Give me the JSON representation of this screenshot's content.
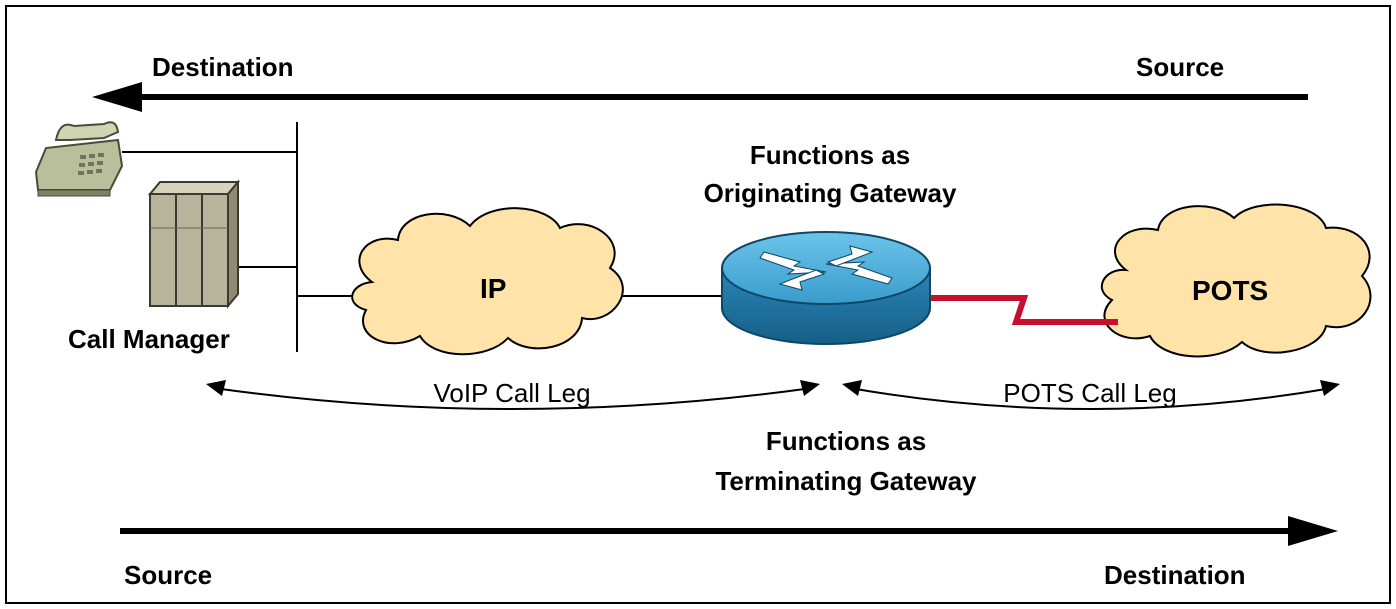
{
  "top_flow": {
    "left_label": "Destination",
    "right_label": "Source"
  },
  "bottom_flow": {
    "left_label": "Source",
    "right_label": "Destination"
  },
  "originating": {
    "line1": "Functions as",
    "line2": "Originating Gateway"
  },
  "terminating": {
    "line1": "Functions as",
    "line2": "Terminating Gateway"
  },
  "call_manager_label": "Call Manager",
  "ip_cloud_label": "IP",
  "pots_cloud_label": "POTS",
  "voip_leg_label": "VoIP Call Leg",
  "pots_leg_label": "POTS Call Leg",
  "icons": [
    "telephone-icon",
    "server-icon",
    "router-icon",
    "ip-cloud-icon",
    "pots-cloud-icon"
  ],
  "colors": {
    "cloud_fill": "#ffe3a8",
    "router_fill": "#2f8fc0",
    "pots_link": "#c8102e",
    "phone_fill": "#b9bf9b",
    "server_fill": "#b8b49c"
  }
}
